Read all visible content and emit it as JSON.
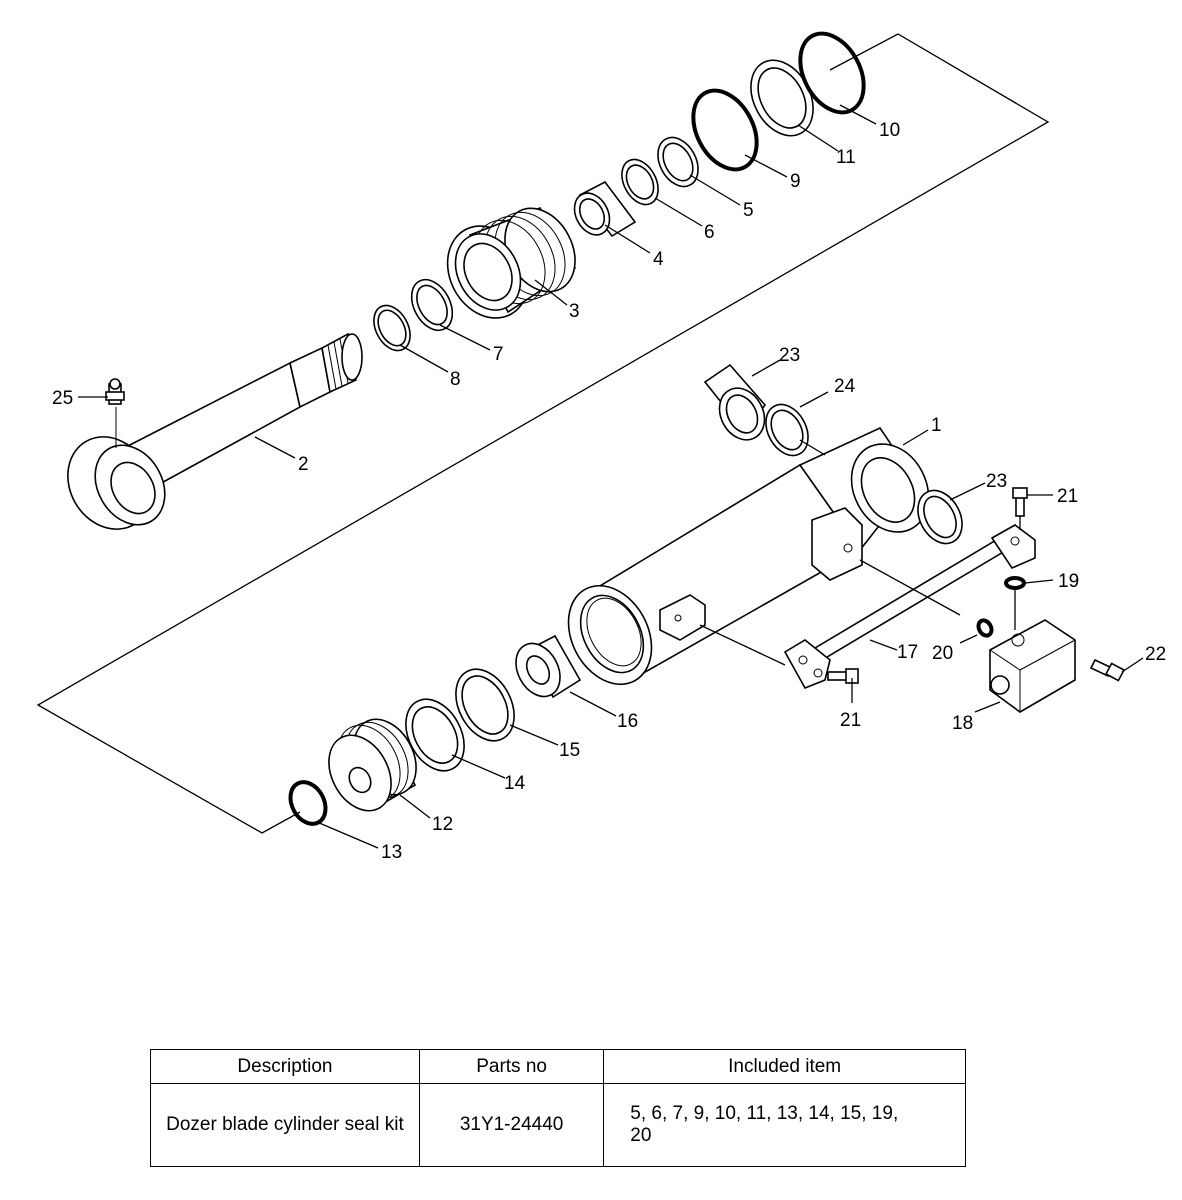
{
  "callouts": [
    {
      "id": "c1",
      "text": "1"
    },
    {
      "id": "c2",
      "text": "2"
    },
    {
      "id": "c3",
      "text": "3"
    },
    {
      "id": "c4",
      "text": "4"
    },
    {
      "id": "c5",
      "text": "5"
    },
    {
      "id": "c6",
      "text": "6"
    },
    {
      "id": "c7",
      "text": "7"
    },
    {
      "id": "c8",
      "text": "8"
    },
    {
      "id": "c9",
      "text": "9"
    },
    {
      "id": "c10",
      "text": "10"
    },
    {
      "id": "c11",
      "text": "11"
    },
    {
      "id": "c12",
      "text": "12"
    },
    {
      "id": "c13",
      "text": "13"
    },
    {
      "id": "c14",
      "text": "14"
    },
    {
      "id": "c15",
      "text": "15"
    },
    {
      "id": "c16",
      "text": "16"
    },
    {
      "id": "c17",
      "text": "17"
    },
    {
      "id": "c18",
      "text": "18"
    },
    {
      "id": "c19",
      "text": "19"
    },
    {
      "id": "c20",
      "text": "20"
    },
    {
      "id": "c21a",
      "text": "21"
    },
    {
      "id": "c21b",
      "text": "21"
    },
    {
      "id": "c22",
      "text": "22"
    },
    {
      "id": "c23a",
      "text": "23"
    },
    {
      "id": "c23b",
      "text": "23"
    },
    {
      "id": "c24",
      "text": "24"
    },
    {
      "id": "c25",
      "text": "25"
    }
  ],
  "table": {
    "headers": [
      "Description",
      "Parts no",
      "Included item"
    ],
    "rows": [
      {
        "description": "Dozer blade cylinder seal kit",
        "parts_no": "31Y1-24440",
        "included_item": "5, 6, 7, 9, 10, 11, 13, 14, 15, 19, 20"
      }
    ]
  }
}
